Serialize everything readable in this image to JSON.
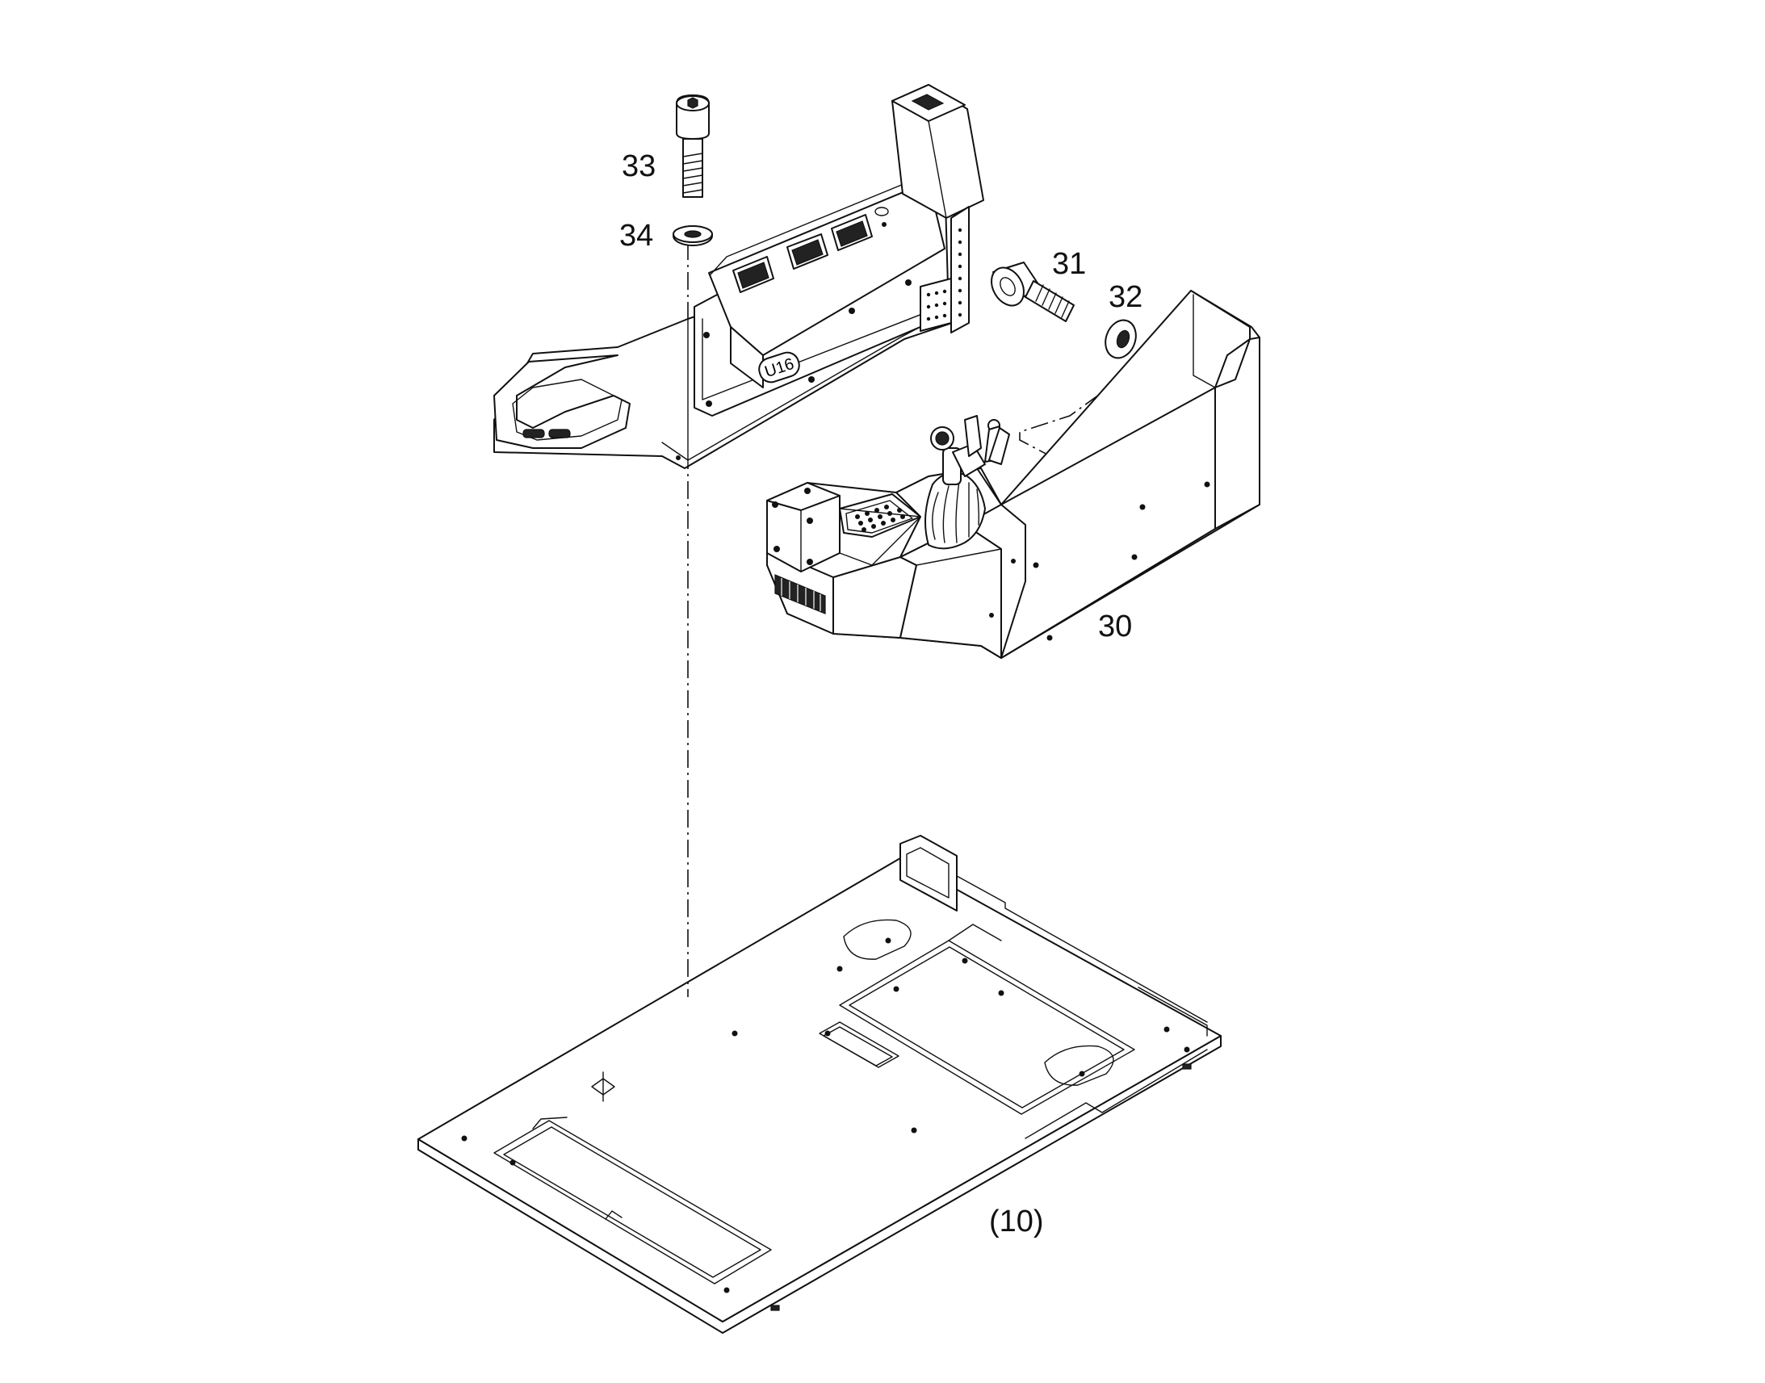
{
  "diagram": {
    "callouts": [
      {
        "id": "33",
        "label": "33",
        "part": "cap screw"
      },
      {
        "id": "34",
        "label": "34",
        "part": "washer"
      },
      {
        "id": "31",
        "label": "31",
        "part": "cap screw"
      },
      {
        "id": "32",
        "label": "32",
        "part": "washer"
      },
      {
        "id": "30",
        "label": "30",
        "part": "right control console"
      },
      {
        "id": "10",
        "label": "(10)",
        "part": "floor plate"
      }
    ],
    "panel_badge": "U16"
  }
}
